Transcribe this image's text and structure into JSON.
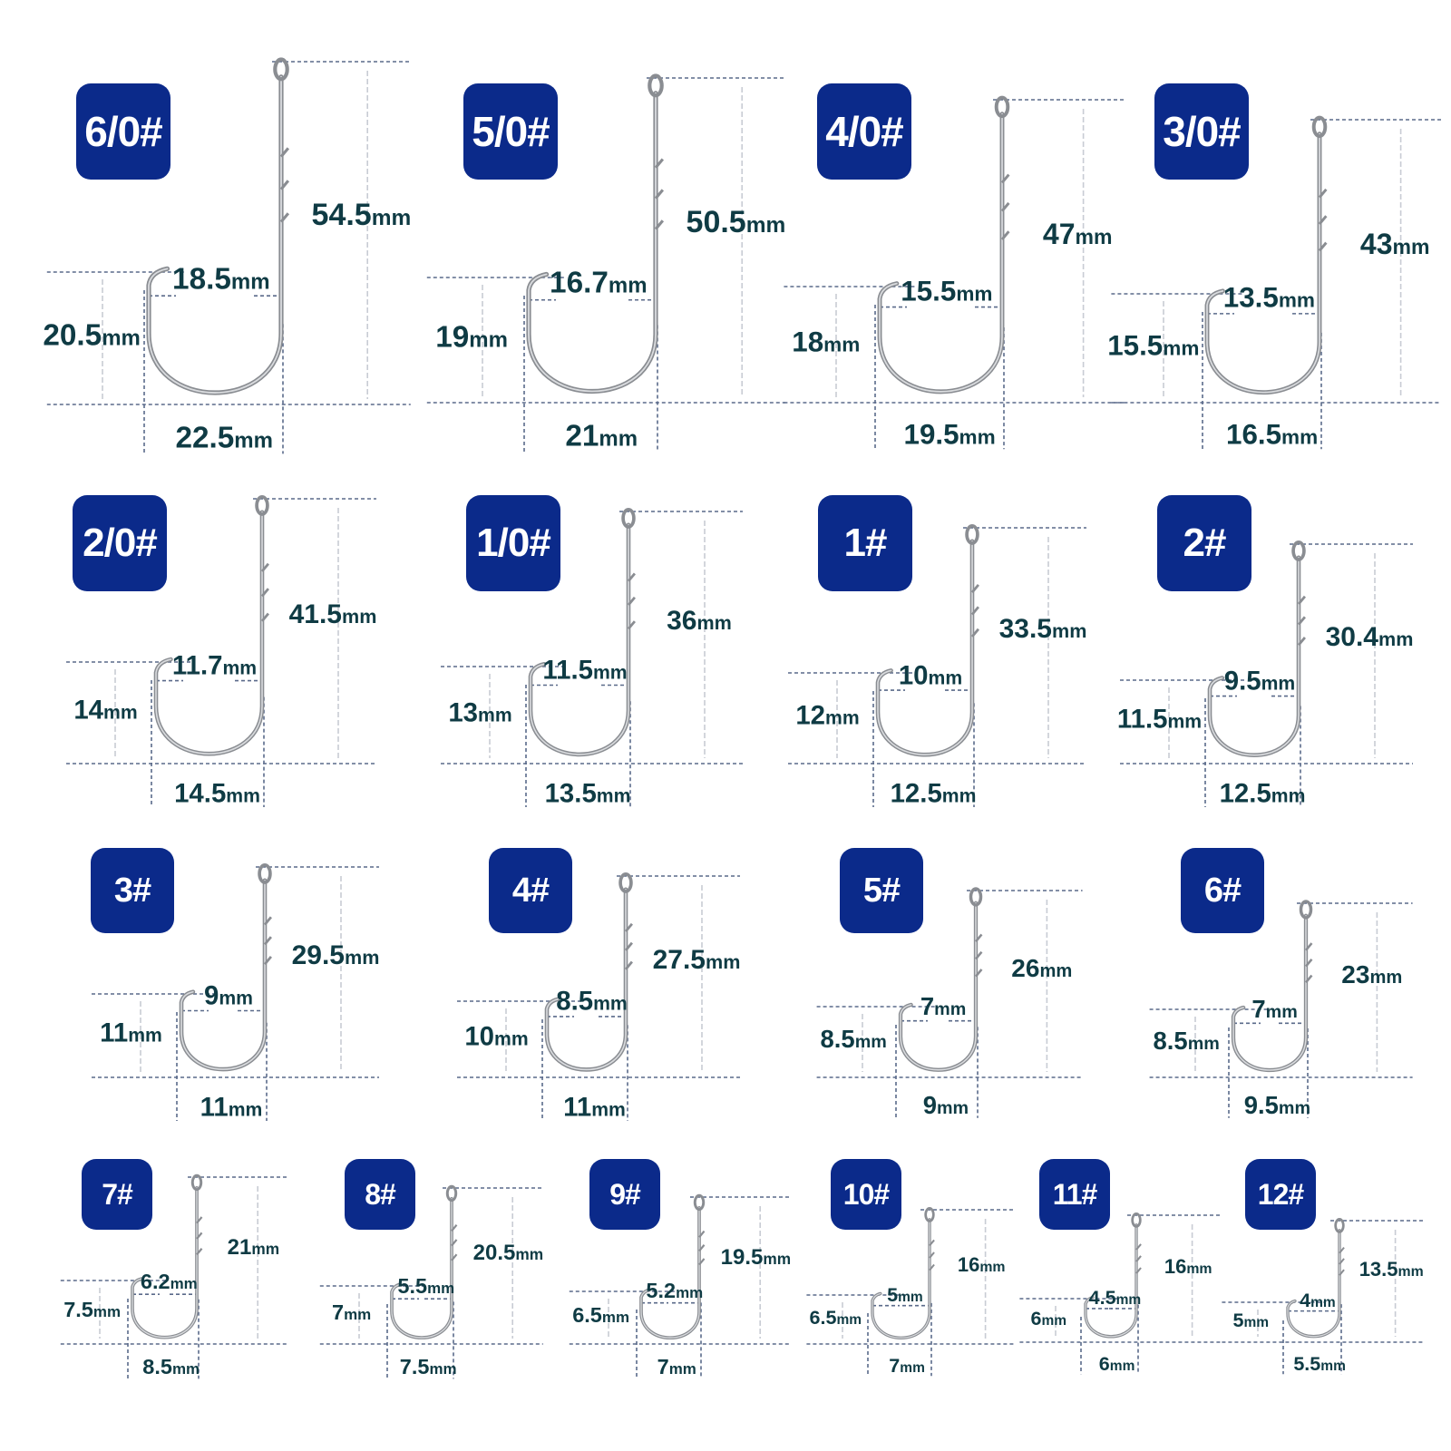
{
  "unit": "mm",
  "colors": {
    "badge": "#0b2a8a",
    "label": "#0f3b44",
    "hook": "#8a8d92"
  },
  "hooks": [
    {
      "size": "6/0#",
      "length": "54.5",
      "width": "22.5",
      "gap": "18.5",
      "depth": "20.5"
    },
    {
      "size": "5/0#",
      "length": "50.5",
      "width": "21",
      "gap": "16.7",
      "depth": "19"
    },
    {
      "size": "4/0#",
      "length": "47",
      "width": "19.5",
      "gap": "15.5",
      "depth": "18"
    },
    {
      "size": "3/0#",
      "length": "43",
      "width": "16.5",
      "gap": "13.5",
      "depth": "15.5"
    },
    {
      "size": "2/0#",
      "length": "41.5",
      "width": "14.5",
      "gap": "11.7",
      "depth": "14"
    },
    {
      "size": "1/0#",
      "length": "36",
      "width": "13.5",
      "gap": "11.5",
      "depth": "13"
    },
    {
      "size": "1#",
      "length": "33.5",
      "width": "12.5",
      "gap": "10",
      "depth": "12"
    },
    {
      "size": "2#",
      "length": "30.4",
      "width": "12.5",
      "gap": "9.5",
      "depth": "11.5"
    },
    {
      "size": "3#",
      "length": "29.5",
      "width": "11",
      "gap": "9",
      "depth": "11"
    },
    {
      "size": "4#",
      "length": "27.5",
      "width": "11",
      "gap": "8.5",
      "depth": "10"
    },
    {
      "size": "5#",
      "length": "26",
      "width": "9",
      "gap": "7",
      "depth": "8.5"
    },
    {
      "size": "6#",
      "length": "23",
      "width": "9.5",
      "gap": "7",
      "depth": "8.5"
    },
    {
      "size": "7#",
      "length": "21",
      "width": "8.5",
      "gap": "6.2",
      "depth": "7.5"
    },
    {
      "size": "8#",
      "length": "20.5",
      "width": "7.5",
      "gap": "5.5",
      "depth": "7"
    },
    {
      "size": "9#",
      "length": "19.5",
      "width": "7",
      "gap": "5.2",
      "depth": "6.5"
    },
    {
      "size": "10#",
      "length": "16",
      "width": "7",
      "gap": "5",
      "depth": "6.5"
    },
    {
      "size": "11#",
      "length": "16",
      "width": "6",
      "gap": "4.5",
      "depth": "6"
    },
    {
      "size": "12#",
      "length": "13.5",
      "width": "5.5",
      "gap": "4",
      "depth": "5"
    }
  ]
}
